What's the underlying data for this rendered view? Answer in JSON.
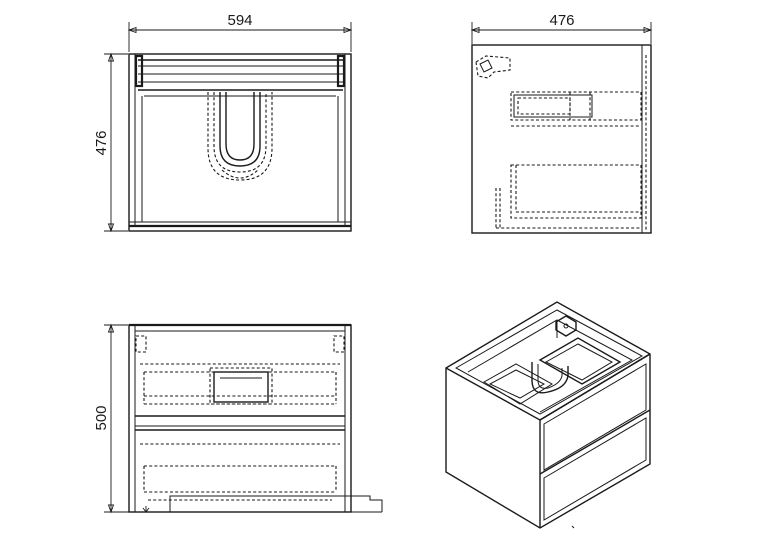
{
  "drawing": {
    "front_view": {
      "width_label": "594",
      "height_label": "476"
    },
    "side_view": {
      "width_label": "476"
    },
    "section_view": {
      "height_label": "500"
    },
    "isometric_view": {}
  },
  "colors": {
    "line": "#1a1a1a",
    "background": "#ffffff"
  }
}
